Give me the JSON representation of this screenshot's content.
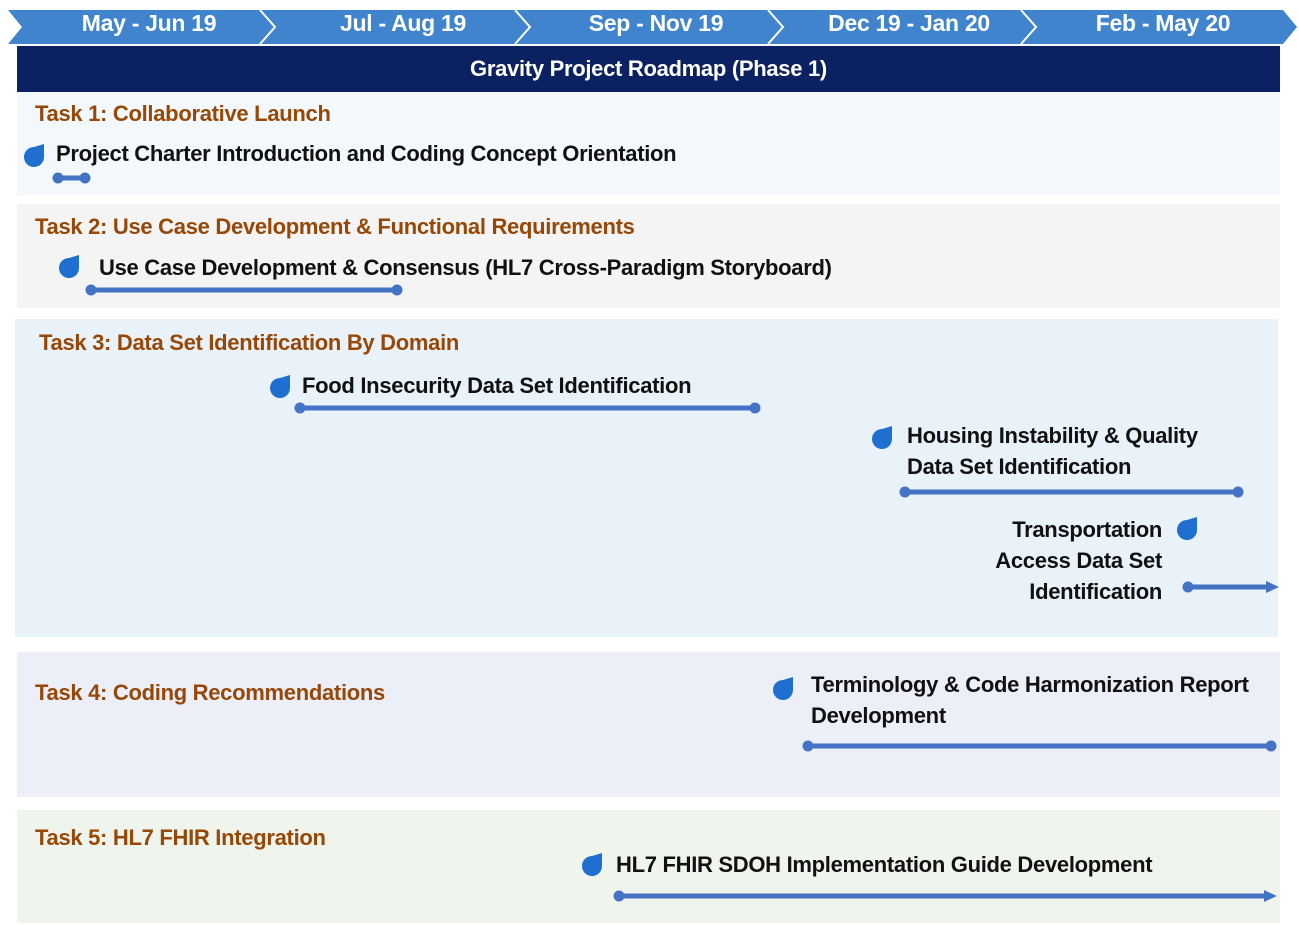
{
  "colors": {
    "timeline_band": "#3f84cc",
    "title_bar": "#0b2161",
    "task_title": "#974706",
    "bar": "#4472c4",
    "marker": "#1f6fd1",
    "task1_bg": "#f3f8fc",
    "task2_bg": "#f4f4f4",
    "task3_bg": "#e9f1f9",
    "task4_bg": "#eceff8",
    "task5_bg": "#eff4ec"
  },
  "timeline": {
    "periods": [
      "May - Jun 19",
      "Jul - Aug 19",
      "Sep - Nov 19",
      "Dec 19 - Jan 20",
      "Feb - May 20"
    ]
  },
  "title": "Gravity Project Roadmap (Phase 1)",
  "tasks": [
    {
      "title": "Task 1: Collaborative Launch",
      "activities": [
        {
          "lines": [
            "Project Charter Introduction and Coding Concept Orientation"
          ],
          "icon": "droplet-marker-icon",
          "end": "dot"
        }
      ]
    },
    {
      "title": "Task 2: Use Case Development & Functional Requirements",
      "activities": [
        {
          "lines": [
            "Use Case Development & Consensus (HL7 Cross-Paradigm Storyboard)"
          ],
          "icon": "droplet-marker-icon",
          "end": "dot"
        }
      ]
    },
    {
      "title": "Task 3: Data Set Identification By Domain",
      "activities": [
        {
          "lines": [
            "Food Insecurity Data Set Identification"
          ],
          "icon": "droplet-marker-icon",
          "end": "dot"
        },
        {
          "lines": [
            "Housing Instability  & Quality",
            "Data Set Identification"
          ],
          "icon": "droplet-marker-icon",
          "end": "dot"
        },
        {
          "lines": [
            "Transportation",
            "Access Data Set",
            "Identification"
          ],
          "icon": "droplet-marker-icon",
          "end": "arrow"
        }
      ]
    },
    {
      "title": "Task 4: Coding Recommendations",
      "activities": [
        {
          "lines": [
            "Terminology & Code Harmonization Report",
            "Development"
          ],
          "icon": "droplet-marker-icon",
          "end": "dot"
        }
      ]
    },
    {
      "title": "Task 5: HL7 FHIR Integration",
      "activities": [
        {
          "lines": [
            "HL7 FHIR SDOH Implementation Guide Development"
          ],
          "icon": "droplet-marker-icon",
          "end": "arrow"
        }
      ]
    }
  ]
}
